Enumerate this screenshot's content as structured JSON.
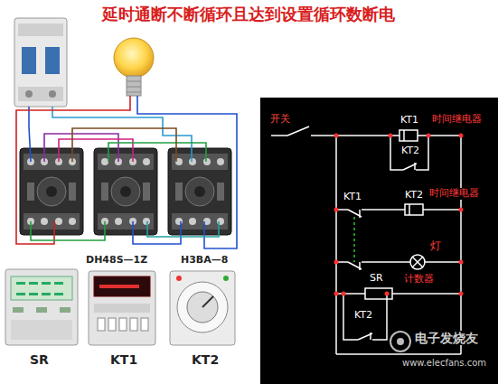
{
  "diagram": {
    "title": "延时通断不断循环且达到设置循环数断电",
    "labels": [
      "开关",
      "KT1",
      "时间继电器",
      "KT2",
      "KT1",
      "KT2",
      "时间继电器",
      "灯",
      "SR",
      "计数器",
      "KT2",
      "SR",
      "DH48S—1Z",
      "KT1",
      "H3BA—8",
      "KT2",
      "电子发烧友",
      "www.elecfans.com"
    ]
  }
}
